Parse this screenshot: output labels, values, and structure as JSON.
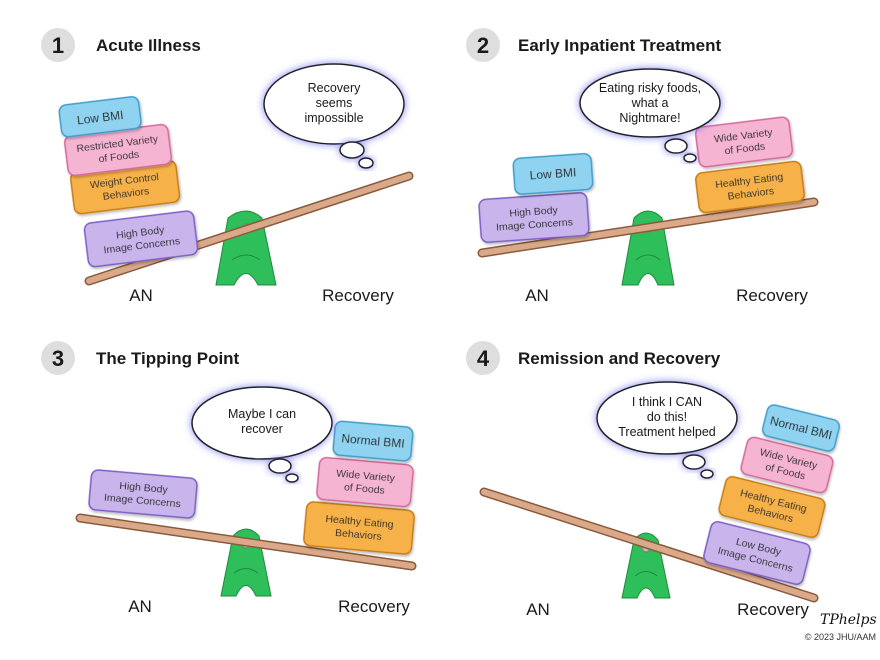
{
  "panels": [
    {
      "number": "1",
      "title": "Acute Illness",
      "left_label": "AN",
      "right_label": "Recovery",
      "bubble": [
        "Recovery",
        "seems",
        "impossible"
      ],
      "left_blocks": [
        [
          "Low BMI"
        ],
        [
          "Restricted Variety",
          "of Foods"
        ],
        [
          "Weight Control",
          "Behaviors"
        ],
        [
          "High Body",
          "Image Concerns"
        ]
      ],
      "right_blocks": []
    },
    {
      "number": "2",
      "title": "Early Inpatient Treatment",
      "left_label": "AN",
      "right_label": "Recovery",
      "bubble": [
        "Eating risky foods,",
        "what a",
        "Nightmare!"
      ],
      "left_blocks": [
        [
          "Low BMI"
        ],
        [
          "High Body",
          "Image Concerns"
        ]
      ],
      "right_blocks": [
        [
          "Wide Variety",
          "of Foods"
        ],
        [
          "Healthy Eating",
          "Behaviors"
        ]
      ]
    },
    {
      "number": "3",
      "title": "The Tipping Point",
      "left_label": "AN",
      "right_label": "Recovery",
      "bubble": [
        "Maybe I can",
        "recover"
      ],
      "left_blocks": [
        [
          "High Body",
          "Image Concerns"
        ]
      ],
      "right_blocks": [
        [
          "Normal BMI"
        ],
        [
          "Wide Variety",
          "of Foods"
        ],
        [
          "Healthy Eating",
          "Behaviors"
        ]
      ]
    },
    {
      "number": "4",
      "title": "Remission and Recovery",
      "left_label": "AN",
      "right_label": "Recovery",
      "bubble": [
        "I think I CAN",
        "do this!",
        "Treatment helped"
      ],
      "left_blocks": [],
      "right_blocks": [
        [
          "Normal BMI"
        ],
        [
          "Wide Variety",
          "of Foods"
        ],
        [
          "Healthy Eating",
          "Behaviors"
        ],
        [
          "Low Body",
          "Image Concerns"
        ]
      ]
    }
  ],
  "copyright": "© 2023 JHU/AAM",
  "signature": "TPhelps",
  "colors": {
    "blue_block": "#8fd3f0",
    "pink_block": "#f5b5d2",
    "orange_block": "#f6b24a",
    "purple_block": "#c9b5ec",
    "fulcrum": "#2fbf5a",
    "plank": "#d9a98a",
    "bubble_glow": "#6f6ff0"
  }
}
